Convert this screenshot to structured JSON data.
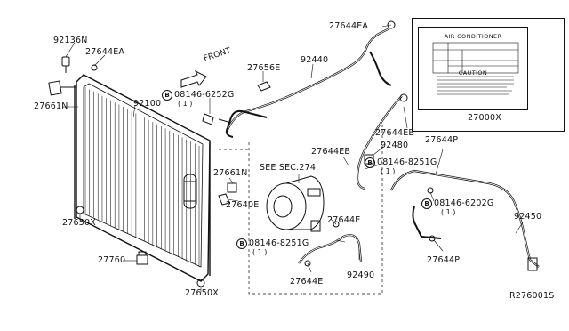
{
  "diagram": {
    "labels": {
      "p92136N": "92136N",
      "p27644EA_left": "27644EA",
      "p27661N_left": "27661N",
      "p92100": "92100",
      "p27650X_top": "27650X",
      "p27760": "27760",
      "p27650X_bottom": "27650X",
      "p27656E": "27656E",
      "p08146_6252G": "08146-6252G",
      "p08146_6252G_qty": "( 1 )",
      "p92440": "92440",
      "p27644EA_top": "27644EA",
      "p27644EB_right": "27644EB",
      "p92480": "92480",
      "p27644EB_mid": "27644EB",
      "p08146_8251G_mid": "08146-8251G",
      "p08146_8251G_mid_qty": "( 1 )",
      "see_sec": "SEE SEC.274",
      "p27661N_mid": "27661N",
      "p27640E": "27640E",
      "p27644E_mid": "27644E",
      "p08146_8251G_low": "08146-8251G",
      "p08146_8251G_low_qty": "( 1 )",
      "p27644E_low": "27644E",
      "p92490": "92490",
      "p27644P_top": "27644P",
      "p08146_6202G": "08146-6202G",
      "p08146_6202G_qty": "( 1 )",
      "p92450": "92450",
      "p27644P_low": "27644P",
      "p27000X": "27000X",
      "front": "FRONT",
      "ref": "R276001S",
      "btag": "B"
    },
    "ac_card": {
      "title": "AIR CONDITIONER",
      "caution": "CAUTION"
    }
  }
}
